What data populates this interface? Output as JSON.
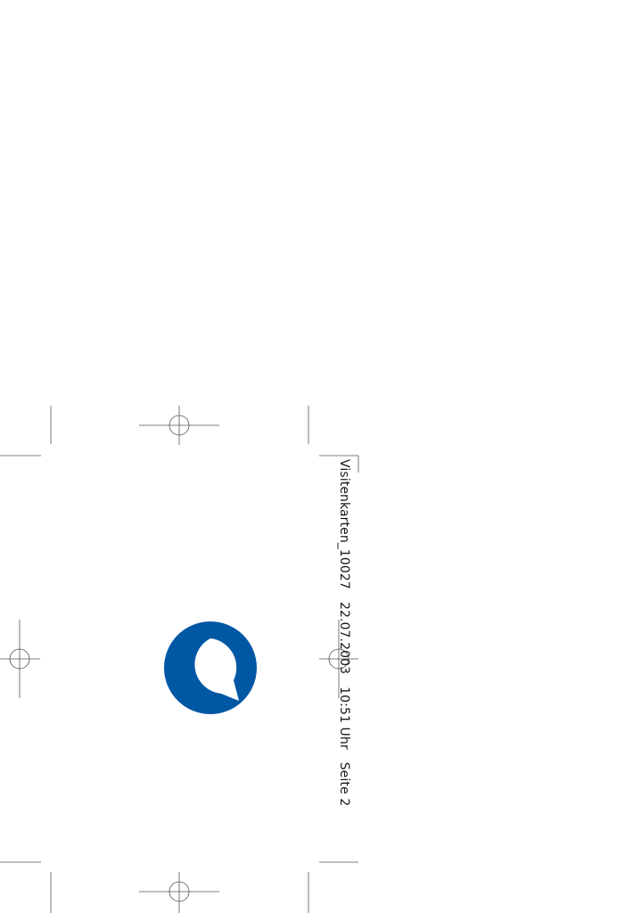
{
  "slug": {
    "filename": "Visitenkarten_10027",
    "date": "22.07.2003",
    "time": "10:51 Uhr",
    "page": "Seite 2"
  },
  "logo": {
    "icon": "speech-bubble-ring-logo",
    "color": "#0057a4"
  }
}
